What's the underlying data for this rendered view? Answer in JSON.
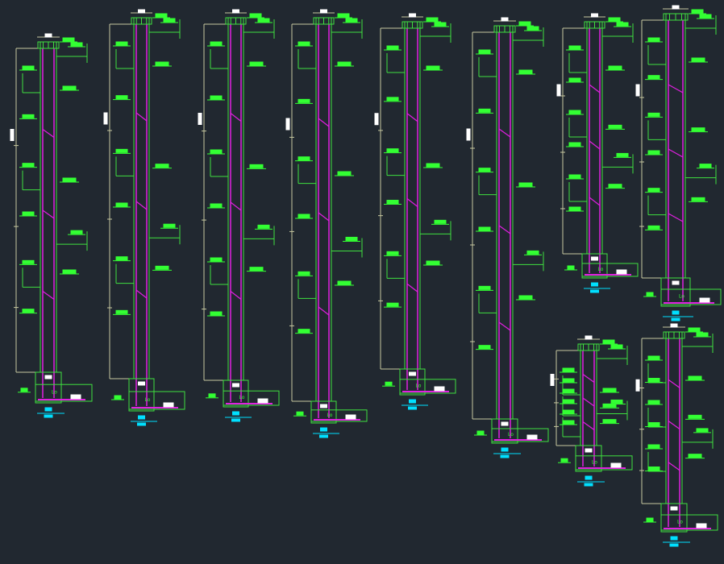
{
  "drawing": {
    "title": "Column reinforcement elevation details",
    "foot_label": "Lo",
    "colors": {
      "background": "#212830",
      "outline": "#3fe03f",
      "rebar": "#e020e0",
      "dimension": "#c8c8a0",
      "text": "#33ff33",
      "caption": "#00e0ff",
      "white": "#ffffff"
    },
    "column_count": 10
  }
}
